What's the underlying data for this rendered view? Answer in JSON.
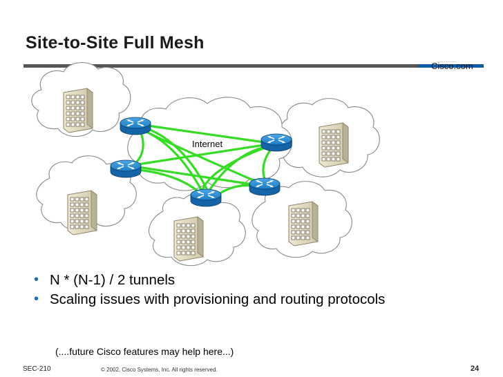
{
  "slide": {
    "title": "Site-to-Site Full Mesh",
    "brand": "Cisco.com",
    "brand_dots": "...........",
    "bullets": [
      "N * (N-1) / 2 tunnels",
      "Scaling issues with provisioning and routing protocols"
    ],
    "note": "(....future Cisco features may help here...)",
    "footer_left": "SEC-210",
    "footer_copyright": "© 2002, Cisco Systems, Inc. All rights reserved.",
    "page_number": "24"
  },
  "diagram": {
    "internet_label": "Internet",
    "colors": {
      "tunnel": "#33dd22",
      "router": "#1c7cc4",
      "cloud_stroke": "#888888",
      "building": "#ddd6bc"
    },
    "routers": [
      "router-a",
      "router-b",
      "router-c",
      "router-d",
      "router-e"
    ],
    "sites": [
      "site-1",
      "site-2",
      "site-3",
      "site-4",
      "site-5"
    ]
  }
}
